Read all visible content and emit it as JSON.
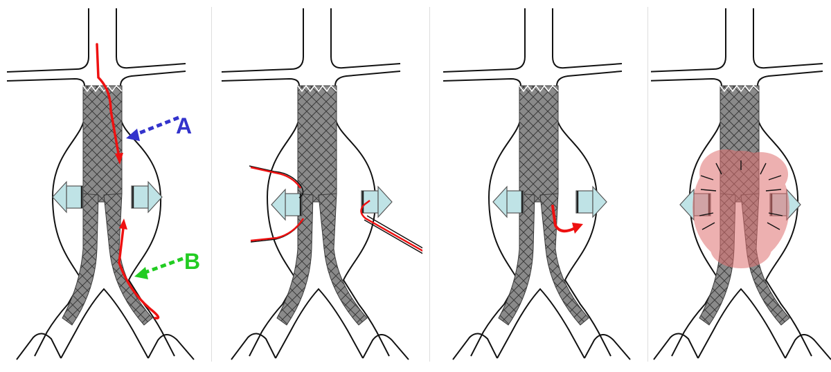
{
  "figure": {
    "panels": [
      {
        "id": "panel-1",
        "labels": [
          {
            "key": "A",
            "text": "A",
            "color": "#3333cc"
          },
          {
            "key": "B",
            "text": "B",
            "color": "#22cc22"
          }
        ]
      },
      {
        "id": "panel-2",
        "labels": []
      },
      {
        "id": "panel-3",
        "labels": []
      },
      {
        "id": "panel-4",
        "labels": []
      }
    ]
  },
  "colors": {
    "vessel_line": "#111111",
    "stent_fill": "#8a8a8a",
    "stent_mesh": "#3a3a3a",
    "flow_arrow": "#ee1111",
    "pressure_arrow_fill": "#bfe3e6",
    "pressure_arrow_stroke": "#555555",
    "label_a": "#3333cc",
    "label_b": "#22cc22",
    "sac_pressure_cloud": "#e07070"
  },
  "icons": [
    "pressure-arrow-left-icon",
    "pressure-arrow-right-icon",
    "flow-arrow-icon",
    "catheter-icon"
  ]
}
